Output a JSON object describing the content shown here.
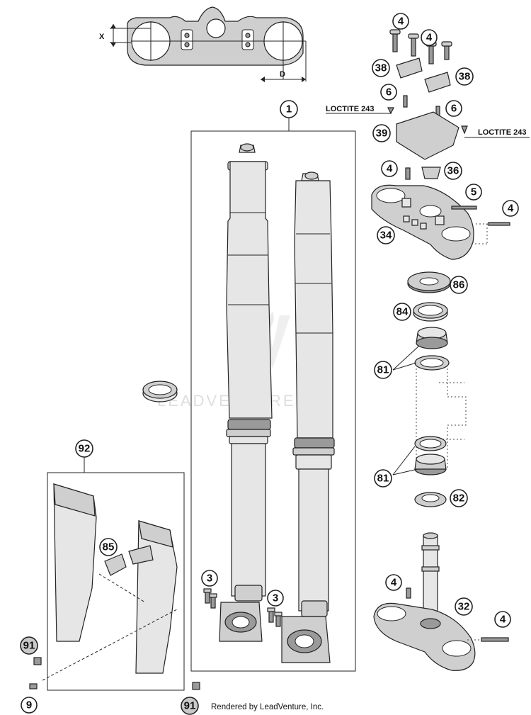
{
  "diagram": {
    "top_dimensions": {
      "x_label": "X",
      "d_label": "D"
    },
    "callouts": {
      "fork_assembly": "1",
      "bolt_top_a": "4",
      "bolt_top_b": "4",
      "clamp_left": "38",
      "clamp_right": "38",
      "screw_left": "6",
      "screw_right": "6",
      "bridge": "39",
      "bolt_upper": "4",
      "nut_upper": "36",
      "bolt_side": "5",
      "bolt_right": "4",
      "upper_clamp": "34",
      "washer": "86",
      "seal": "84",
      "bearing_upper": "81",
      "bearing_lower": "81",
      "seal_lower": "82",
      "guard_group": "92",
      "guard_clip": "85",
      "screw_fork_left": "3",
      "screw_fork_right": "3",
      "lower_bolt": "4",
      "lower_clamp": "32",
      "lower_bolt_right": "4",
      "guard_screw_top": "91",
      "guard_screw_bottom": "91",
      "guard_nut": "9"
    },
    "notes": {
      "loctite_left": "LOCTITE 243",
      "loctite_right": "LOCTITE 243"
    },
    "watermark": "LEADVENTURE",
    "footer": "Rendered by LeadVenture, Inc."
  }
}
